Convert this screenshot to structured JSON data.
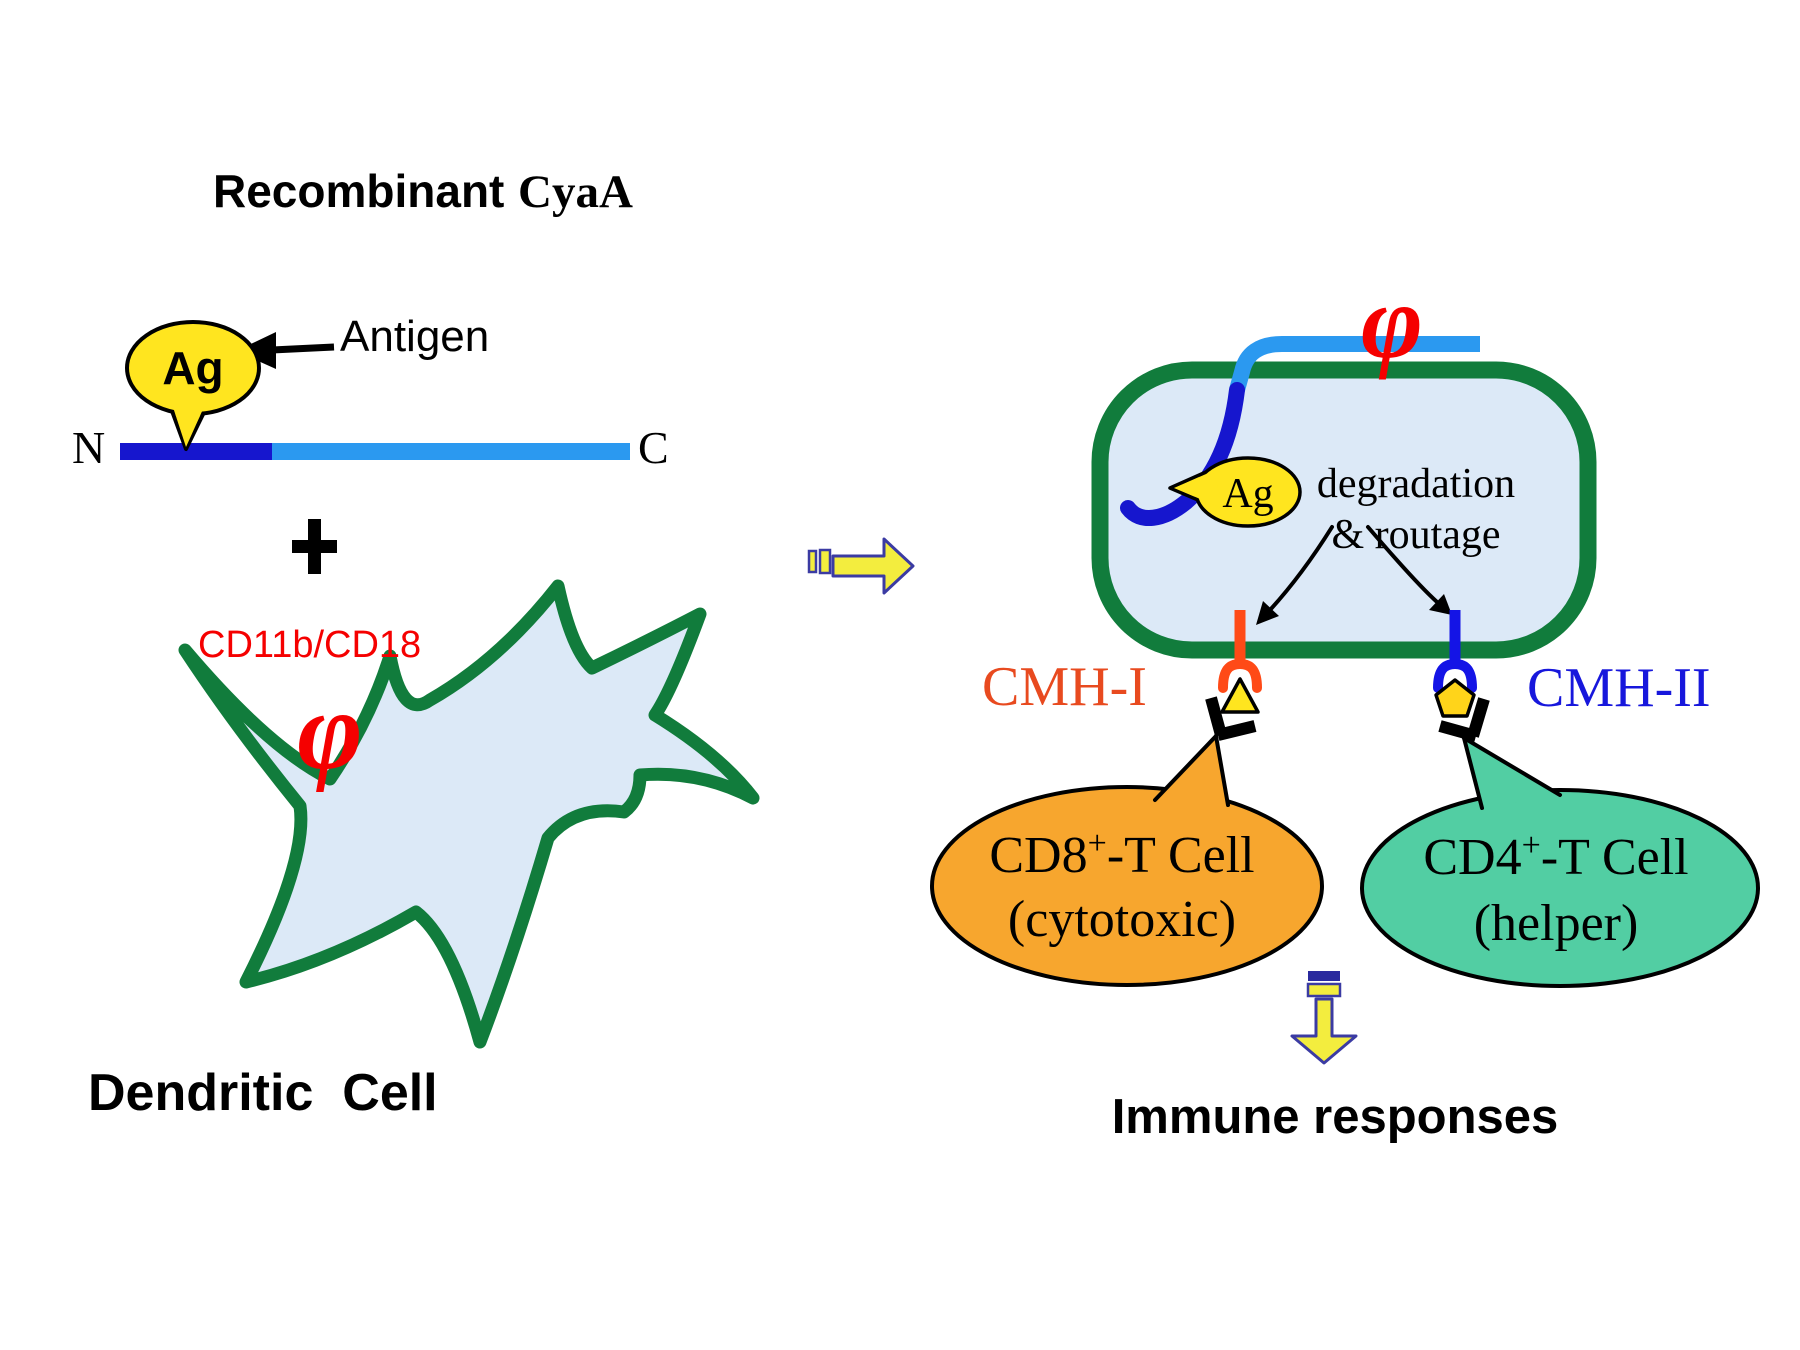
{
  "title": {
    "part1": "Recombinant",
    "part2": "CyaA"
  },
  "construct": {
    "antigen_tag": "Ag",
    "antigen_label": "Antigen",
    "n_terminus": "N",
    "c_terminus": "C",
    "plus_sign": "+"
  },
  "dendritic": {
    "receptor_label": "CD11b/CD18",
    "phi_symbol": "φ",
    "cell_label": "Dendritic  Cell"
  },
  "target_cell": {
    "phi_symbol": "φ",
    "antigen_tag": "Ag",
    "process_line1": "degradation",
    "process_line2": "& routage"
  },
  "mhc": {
    "cmh1_label": "CMH-I",
    "cmh2_label": "CMH-II"
  },
  "tcells": {
    "cd8": {
      "name": "CD8",
      "sup": "+",
      "rest": "-T Cell",
      "subtitle": "(cytotoxic)"
    },
    "cd4": {
      "name": "CD4",
      "sup": "+",
      "rest": "-T Cell",
      "subtitle": "(helper)"
    }
  },
  "outcome": {
    "label": "Immune responses"
  },
  "colors": {
    "red": "#F50000",
    "membrane_green": "#117C3C",
    "cell_fill": "#DCE9F7",
    "cyaa_light_blue": "#2B99F0",
    "cyaa_dark_blue": "#1616CE",
    "antigen_yellow": "#FFE51F",
    "pentagon_gold": "#FFD41A",
    "cmh1_text": "#E84A1F",
    "cmh1_receptor": "#FF4A17",
    "cmh2_text": "#1717DC",
    "cmh2_receptor": "#1414E6",
    "cd8_orange": "#F7A62E",
    "cd4_teal": "#52CEA3",
    "arrow_yellow": "#F3ED3E",
    "arrow_outline": "#3B3BA3",
    "black": "#000000"
  }
}
